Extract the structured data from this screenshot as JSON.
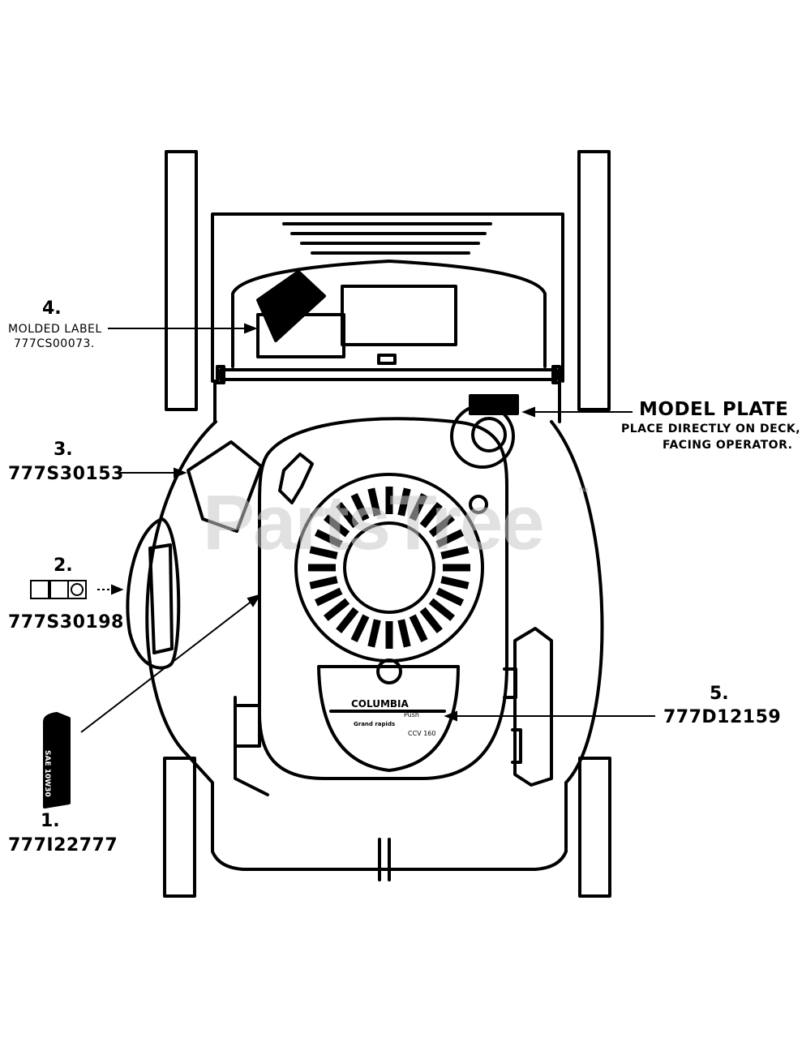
{
  "watermark": {
    "text": "PartsTree",
    "tm": "™"
  },
  "callouts": {
    "c1": {
      "num": "1.",
      "part": "777I22777",
      "label_text": "SAE 10W30"
    },
    "c2": {
      "num": "2.",
      "part": "777S30198"
    },
    "c3": {
      "num": "3.",
      "part": "777S30153"
    },
    "c4": {
      "num": "4.",
      "line1": "MOLDED LABEL",
      "line2": "777CS00073."
    },
    "c5": {
      "num": "5.",
      "part": "777D12159"
    },
    "model": {
      "title": "MODEL PLATE",
      "line1": "PLACE DIRECTLY ON DECK,",
      "line2": "FACING OPERATOR."
    }
  },
  "engine_label": {
    "brand": "COLUMBIA",
    "sub": "Push",
    "line1": "Grand rapids",
    "model": "CCV 160"
  }
}
